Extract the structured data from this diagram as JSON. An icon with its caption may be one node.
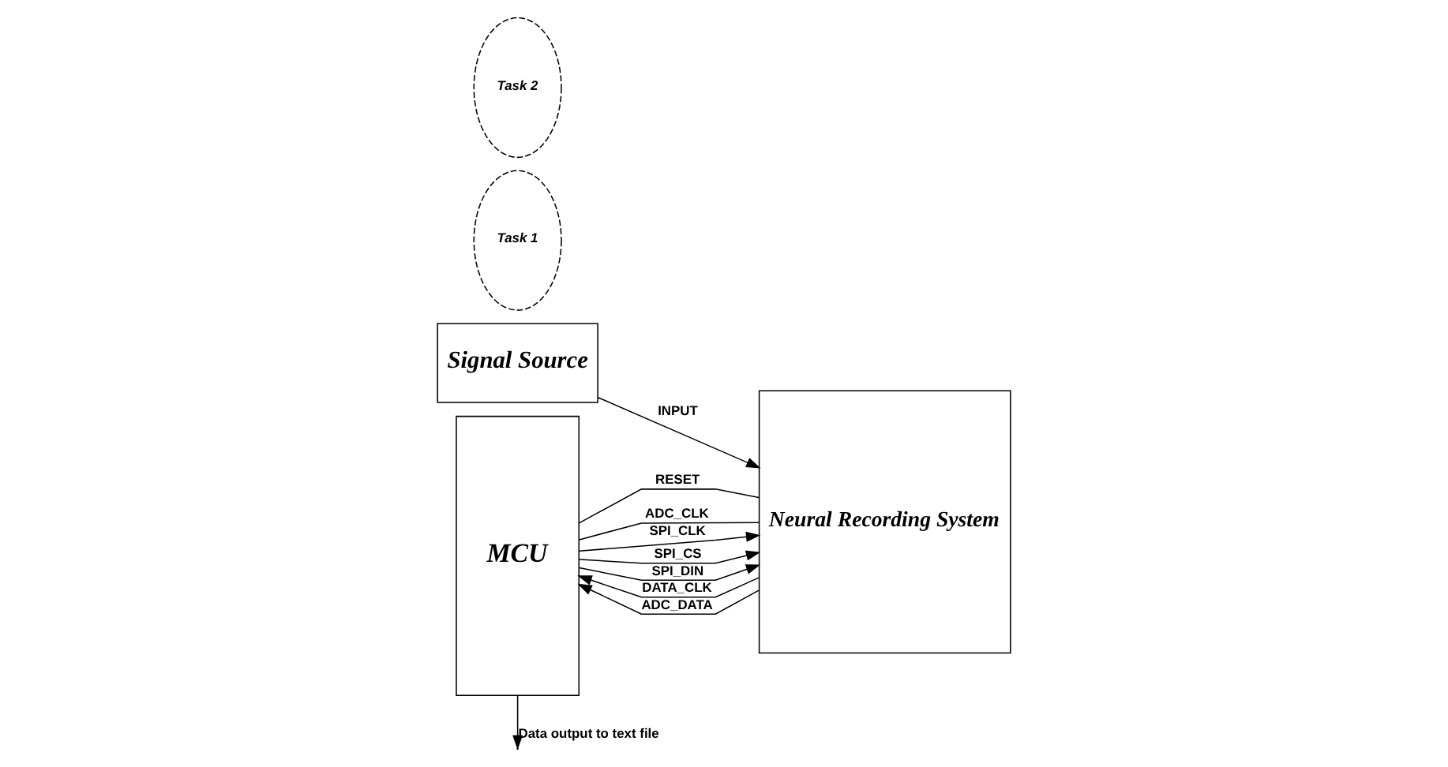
{
  "diagram": {
    "nodes": [
      {
        "text": [
          "Signal Source"
        ]
      },
      {
        "text": [
          "MCU"
        ]
      },
      {
        "text": [
          "Neural Recording System"
        ]
      },
      {
        "text": [
          "Task 1"
        ]
      },
      {
        "text": [
          "Task 2"
        ]
      }
    ],
    "edges": [
      {
        "from": 0,
        "to": 2,
        "arrow": "to",
        "label": "INPUT"
      },
      {
        "from": 1,
        "to": 2,
        "arrow": "none",
        "label": "RESET"
      },
      {
        "from": 1,
        "to": 2,
        "arrow": "none",
        "label": "ADC_CLK"
      },
      {
        "from": 1,
        "to": 2,
        "arrow": "to",
        "label": "SPI_CLK"
      },
      {
        "from": 1,
        "to": 2,
        "arrow": "to",
        "label": "SPI_CS"
      },
      {
        "from": 1,
        "to": 2,
        "arrow": "to",
        "label": "SPI_DIN"
      },
      {
        "from": 2,
        "to": 1,
        "arrow": "to",
        "label": "DATA_CLK"
      },
      {
        "from": 2,
        "to": 1,
        "arrow": "to",
        "label": "ADC_DATA"
      },
      {
        "from": 1,
        "to": null,
        "arrow": "to",
        "label": "Data output to text file"
      }
    ]
  }
}
